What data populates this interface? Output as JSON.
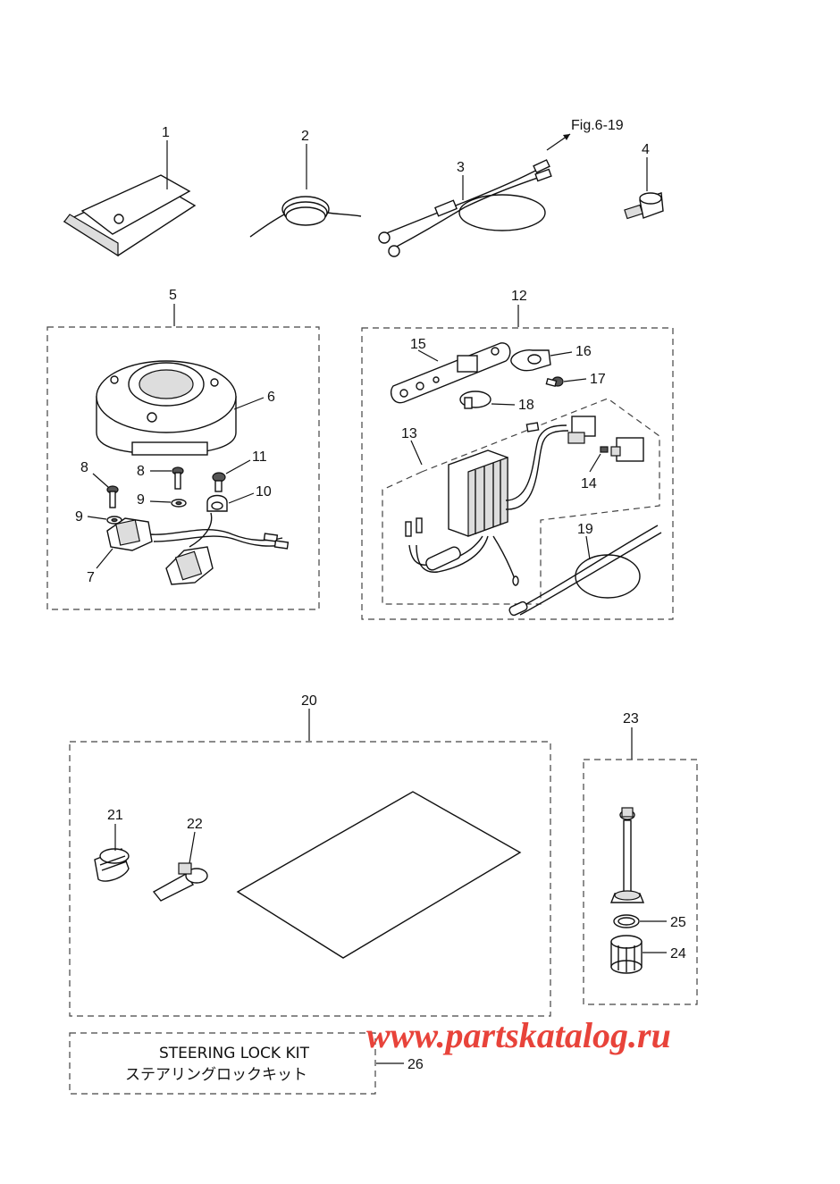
{
  "callouts": {
    "c1": "1",
    "c2": "2",
    "c3": "3",
    "c4": "4",
    "c5": "5",
    "c6": "6",
    "c7": "7",
    "c8a": "8",
    "c8b": "8",
    "c9a": "9",
    "c9b": "9",
    "c10": "10",
    "c11": "11",
    "c12": "12",
    "c13": "13",
    "c14": "14",
    "c15": "15",
    "c16": "16",
    "c17": "17",
    "c18": "18",
    "c19": "19",
    "c20": "20",
    "c21": "21",
    "c22": "22",
    "c23": "23",
    "c24": "24",
    "c25": "25",
    "c26": "26"
  },
  "reference": "Fig.6-19",
  "kit": {
    "label_en": "STEERING LOCK KIT",
    "label_jp": "ステアリングロックキット"
  },
  "watermark": "www.partskatalog.ru",
  "colors": {
    "watermark": "#e8433a",
    "line": "#111111",
    "dashed_box": "#444444"
  }
}
